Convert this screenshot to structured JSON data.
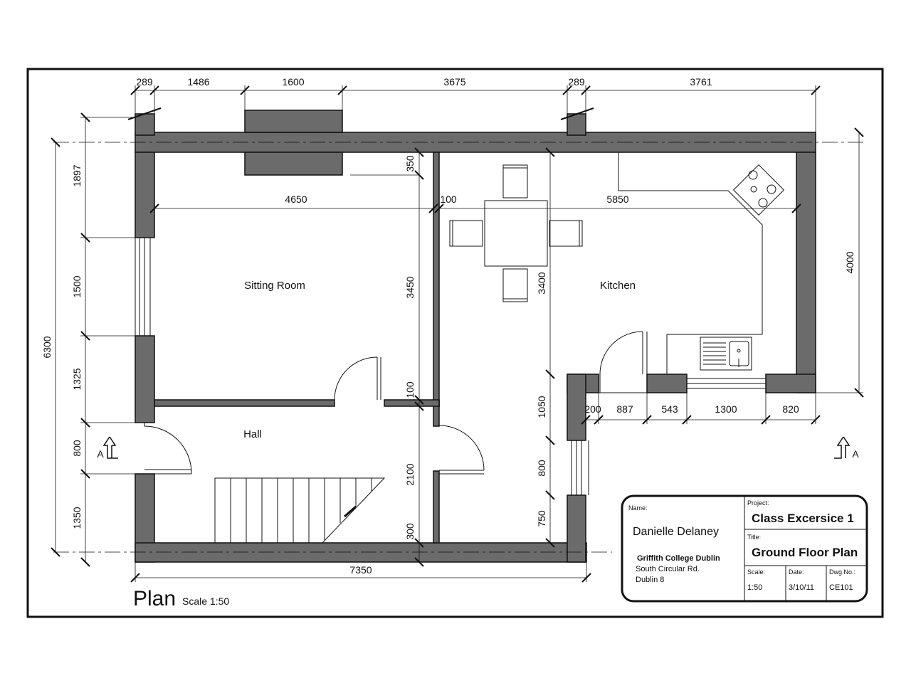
{
  "dimensions_top": [
    "289",
    "1486",
    "1600",
    "3675",
    "289",
    "3761"
  ],
  "dimensions_left": [
    "1897",
    "1500",
    "1325",
    "800",
    "1350"
  ],
  "dimension_overall_left": "6300",
  "dimension_overall_bottom": "7350",
  "dimension_right": "4000",
  "dimensions_interior": {
    "sitting_width": "4650",
    "partition": "100",
    "kitchen_width": "5850",
    "chimney_depth": "350",
    "sitting_depth": "3450",
    "kitchen_depth": "3400",
    "hall_partition": "100",
    "hall_depth": "2100",
    "rear_wall": "300",
    "rear_1050": "1050",
    "rear_800": "800",
    "rear_750": "750"
  },
  "dimensions_kitchen_bottom": [
    "200",
    "887",
    "543",
    "1300",
    "820"
  ],
  "rooms": {
    "sitting": "Sitting Room",
    "kitchen": "Kitchen",
    "hall": "Hall"
  },
  "section_markers": {
    "left": "A",
    "right": "A"
  },
  "plan": {
    "title": "Plan",
    "scale": "Scale 1:50"
  },
  "title_block": {
    "name_label": "Name:",
    "name": "Danielle Delaney",
    "college": "Griffith College Dublin",
    "address_1": "South Circular Rd.",
    "address_2": "Dublin 8",
    "project_label": "Project:",
    "project": "Class Excersice 1",
    "title_label": "Title:",
    "title": "Ground Floor Plan",
    "scale_label": "Scale:",
    "scale": "1:50",
    "date_label": "Date:",
    "date": "3/10/11",
    "dwg_label": "Dwg No.:",
    "dwg": "CE101"
  },
  "colors": {
    "wall_fill": "#6b6b6b",
    "line": "#111111"
  }
}
